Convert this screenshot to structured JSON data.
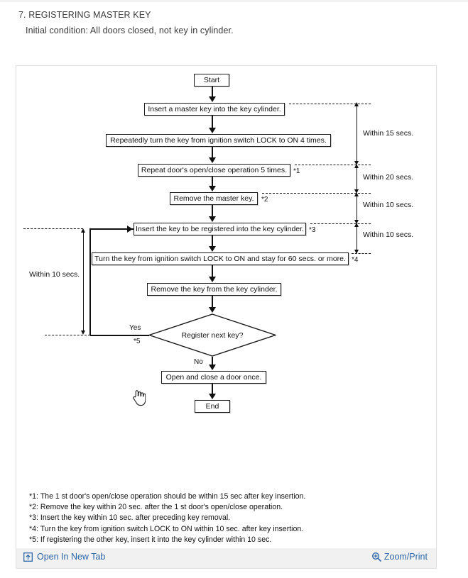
{
  "page": {
    "heading": "7. REGISTERING MASTER KEY",
    "subheading": "Initial condition: All doors closed, not key in cylinder."
  },
  "flowchart": {
    "nodes": {
      "start": "Start",
      "insert_master_key": "Insert a master key into the key cylinder.",
      "turn_key_4_times": "Repeatedly turn the key from ignition switch LOCK to ON 4 times.",
      "repeat_door": "Repeat door's open/close operation 5 times.",
      "remove_master_key": "Remove the master key.",
      "insert_registered_key": "Insert the key to be registered into the key cylinder.",
      "turn_key_60_secs": "Turn the key from ignition switch LOCK to ON and stay for 60 secs. or more.",
      "remove_key": "Remove the key from the key cylinder.",
      "decision": "Register next key?",
      "open_close_door": "Open and close a door once.",
      "end": "End"
    },
    "markers": {
      "m1": "*1",
      "m2": "*2",
      "m3": "*3",
      "m4": "*4",
      "m5": "*5"
    },
    "branches": {
      "yes": "Yes",
      "no": "No"
    },
    "timings": {
      "within_15": "Within 15 secs.",
      "within_20": "Within 20 secs.",
      "within_10_a": "Within 10 secs.",
      "within_10_b": "Within 10 secs.",
      "within_10_left": "Within 10 secs."
    }
  },
  "footnotes": [
    "*1: The 1 st door's open/close operation should be within 15 sec after key insertion.",
    "*2: Remove the key within 20 sec. after the 1 st door's open/close operation.",
    "*3: Insert the key within 10 sec. after preceding key removal.",
    "*4: Turn the key from ignition switch LOCK to ON within 10 sec. after key insertion.",
    "*5: If registering the other key, insert it into the key cylinder within 10 sec."
  ],
  "toolbar": {
    "open_new_tab": "Open In New Tab",
    "zoom_print": "Zoom/Print",
    "link_color": "#2d66a8",
    "bar_color": "#f1f1f1"
  }
}
